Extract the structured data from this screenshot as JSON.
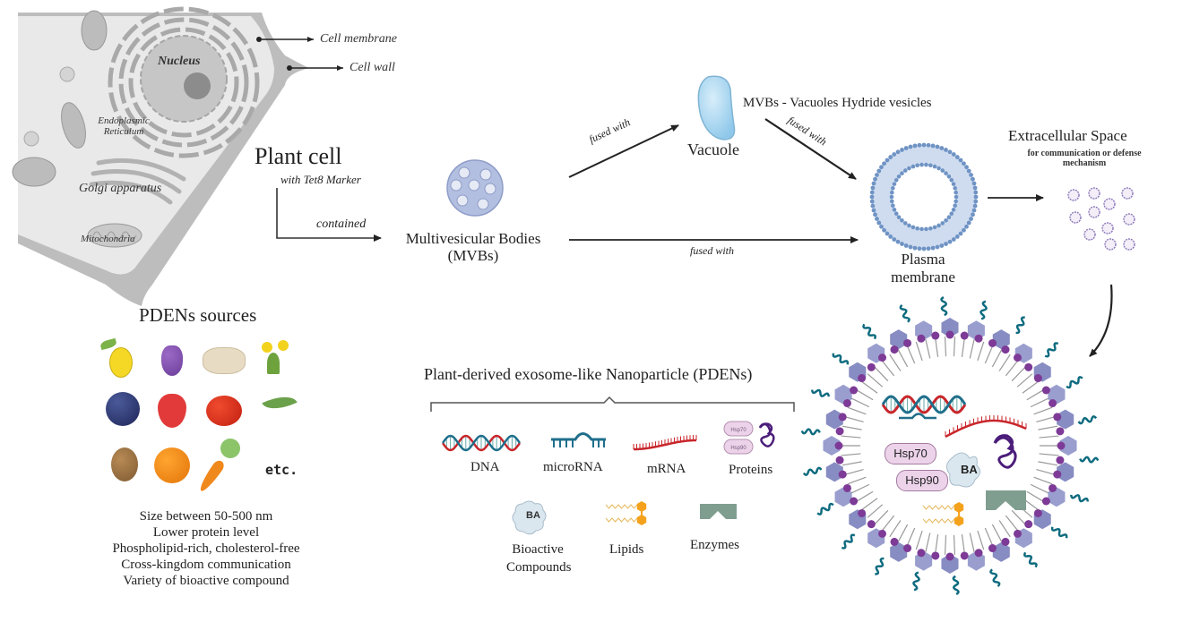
{
  "plant_cell": {
    "organelles": {
      "nucleus": "Nucleus",
      "er": "Endoplasmic Reticulum",
      "golgi": "Golgi apparatus",
      "mitochondria": "Mitochondria"
    },
    "callouts": {
      "membrane": "Cell membrane",
      "wall": "Cell wall"
    },
    "title": "Plant cell",
    "subtitle": "with Tet8 Marker"
  },
  "pathway": {
    "contained": "contained",
    "mvb_label_line1": "Multivesicular Bodies",
    "mvb_label_line2": "(MVBs)",
    "fused_with_up": "fused with",
    "fused_with_down": "fused with",
    "fused_with_direct": "fused with",
    "vacuole": "Vacuole",
    "hybrid_note": "MVBs - Vacuoles Hydride vesicles",
    "plasma_line1": "Plasma",
    "plasma_line2": "membrane",
    "extracellular_title": "Extracellular Space",
    "extracellular_sub_line1": "for communication or defense",
    "extracellular_sub_line2": "mechanism"
  },
  "sources": {
    "title": "PDENs sources",
    "items": [
      "lemon",
      "grapes",
      "ginger",
      "dandelion",
      "blueberry",
      "strawberry",
      "tomato",
      "tea leaf",
      "kiwi",
      "orange",
      "carrot"
    ],
    "etc": "etc.",
    "properties": [
      "Size between 50-500 nm",
      "Lower protein level",
      "Phospholipid-rich, cholesterol-free",
      "Cross-kingdom communication",
      "Variety of bioactive compound"
    ]
  },
  "pdens": {
    "title": "Plant-derived exosome-like Nanoparticle (PDENs)",
    "components": {
      "dna": "DNA",
      "microrna": "microRNA",
      "mrna": "mRNA",
      "proteins": "Proteins",
      "bioactive_line1": "Bioactive",
      "bioactive_line2": "Compounds",
      "lipids": "Lipids",
      "enzymes": "Enzymes"
    },
    "badges": {
      "hsp70": "Hsp70",
      "hsp90": "Hsp90",
      "ba": "BA"
    }
  },
  "colors": {
    "dna_red": "#c8262b",
    "dna_blue": "#1f6f8b",
    "mvb_fill": "#b3bfe0",
    "vacuole": "#a9d6ef",
    "membrane_blue": "#6f93c4",
    "protein_pink": "#ecd3ea",
    "protein_purple": "#4b1d7a",
    "ba_fill": "#dbe7ef",
    "lipid_orange": "#f4a21d",
    "enzyme_green": "#7f9e8f",
    "membrane_purple": "#7d3a96",
    "membrane_protein": "#7a7fbb",
    "glycan_teal": "#0e6b7f"
  }
}
